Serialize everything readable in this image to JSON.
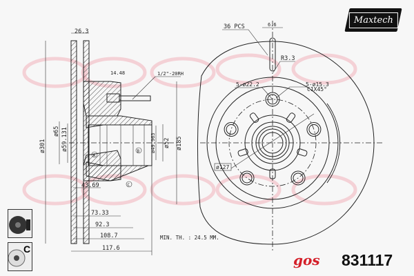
{
  "brand": {
    "logo_text": "Maxtech",
    "gos_logo_text": "gos",
    "part_number": "831117",
    "accent_color": "#d4202a"
  },
  "side_view": {
    "width_disc": "26.3",
    "bolt_thickness": "14.48",
    "thread": "1/2\"-20RH",
    "dia_outer": "ø301",
    "dia_65": "ø65",
    "dia_59": "ø59.131",
    "dia_49": "ø49.963",
    "dia_52": "ø52",
    "dia_185": "ø185",
    "offset_43": "43.69",
    "d_73": "73.33",
    "d_92": "92.3",
    "d_108": "108.7",
    "d_117": "117.6",
    "label_a": "A",
    "label_b": "B",
    "label_c": "C"
  },
  "front_view": {
    "vanes": "36 PCS",
    "vane_width": "6.6",
    "radius": "R3.3",
    "hole_a": "5-ø22.2",
    "hole_b": "5-ø15.3",
    "chamfer": "C1X45°",
    "pcd": "ø127"
  },
  "min_thickness": "MIN. TH. : 24.5 MM.",
  "badges": {
    "coated_icon": "coated-disc-icon",
    "c_badge": "C"
  }
}
